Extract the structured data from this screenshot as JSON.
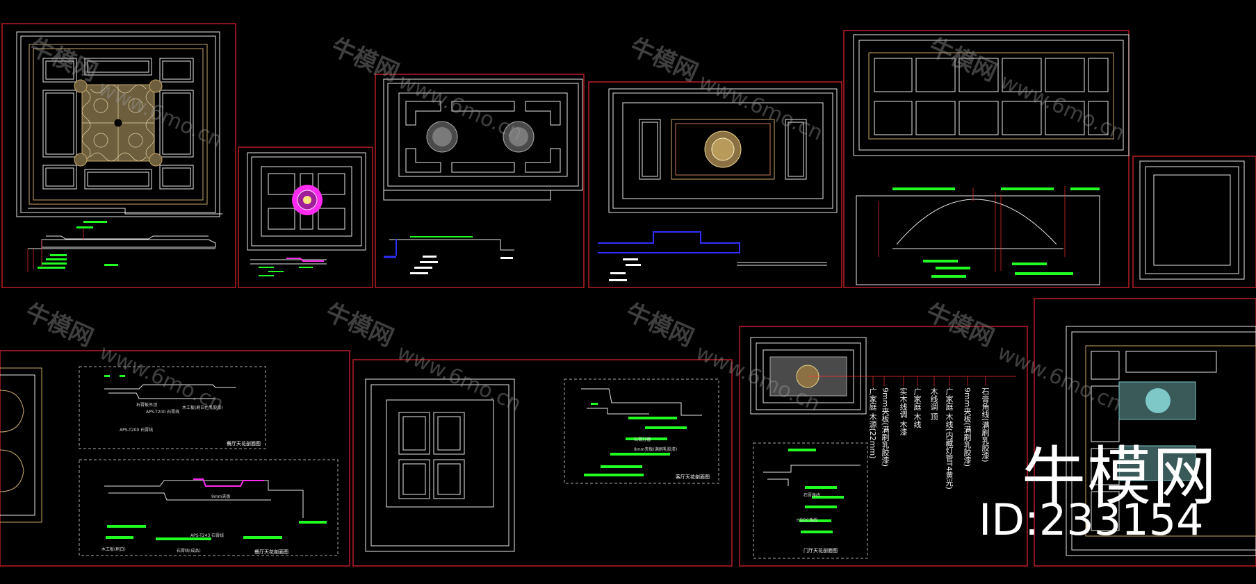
{
  "watermark": {
    "brand": "牛模网",
    "url": "www.6mo.cn",
    "id": "ID:233154"
  },
  "annotation_column": [
    "广家庭 木源(22mm)",
    "9mm夹板(满刷乳胶漆)",
    "实木线调 木漆",
    "广家庭 木线",
    "木线调 顶",
    "广家庭 木线(内藏灯管T4黄光)",
    "9mm夹板(满刷乳胶漆)",
    "石膏角线(满刷乳胶漆)"
  ],
  "section_captions": [
    "餐厅天花剖面图",
    "餐厅天花剖面图",
    "客厅天花剖面图",
    "门厅天花剖面图"
  ],
  "leader_labels": [
    "APS-T200 石膏线",
    "APS-T200 石膏线",
    "石膏板吊顶",
    "木工板(刷白色乳胶漆)",
    "9mm夹板",
    "APS-T243 石膏线",
    "木工板(刷白)",
    "石膏线(成品)",
    "石膏灯槽",
    "9mm夹板(满刷乳胶漆)",
    "石膏角线",
    "HDDC角线"
  ],
  "colors": {
    "background": "#000000",
    "frame": "#c8202a",
    "line": "#e8e8e8",
    "gold": "#c9a86a",
    "dim_green": "#22ff22",
    "magenta": "#ff2af0",
    "blue": "#3030ff",
    "teal": "#7fc8c8"
  }
}
